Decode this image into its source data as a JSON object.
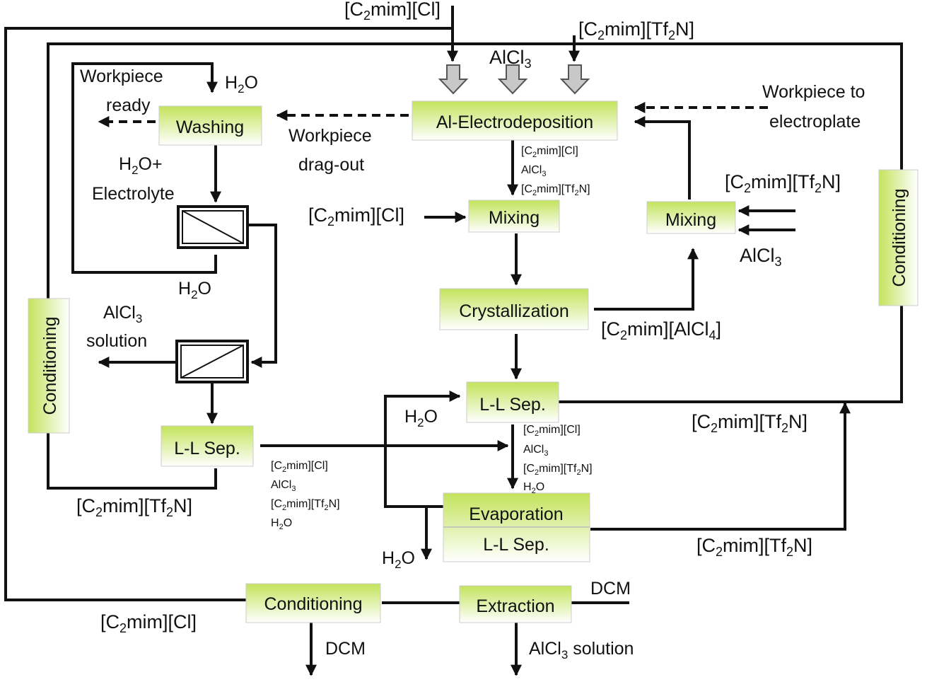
{
  "colors": {
    "box_top": "#c3e35c",
    "box_bottom": "#ffffff",
    "line": "#111111",
    "arrow_fill": "#c8c8c8"
  },
  "boxes": {
    "washing": "Washing",
    "al_electrodeposition": "Al-Electrodeposition",
    "mixing_center": "Mixing",
    "mixing_right": "Mixing",
    "crystallization": "Crystallization",
    "ll_sep_right": "L-L Sep.",
    "ll_sep_left": "L-L Sep.",
    "evaporation": "Evaporation",
    "evaporation_ll_sep": "L-L Sep.",
    "conditioning_left": "Conditioning",
    "conditioning_right": "Conditioning",
    "conditioning_bottom": "Conditioning",
    "extraction": "Extraction"
  },
  "labels": {
    "workpiece_ready_1": "Workpiece",
    "workpiece_ready_2": "ready",
    "workpiece_dragout_1": "Workpiece",
    "workpiece_dragout_2": "drag-out",
    "workpiece_to_1": "Workpiece to",
    "workpiece_to_2": "electroplate",
    "electrolyte": "Electrolyte",
    "alcl3_solution_1": "solution",
    "dcm_top": "DCM",
    "dcm_bottom": "DCM",
    "alcl3_solution_bottom": " solution"
  }
}
